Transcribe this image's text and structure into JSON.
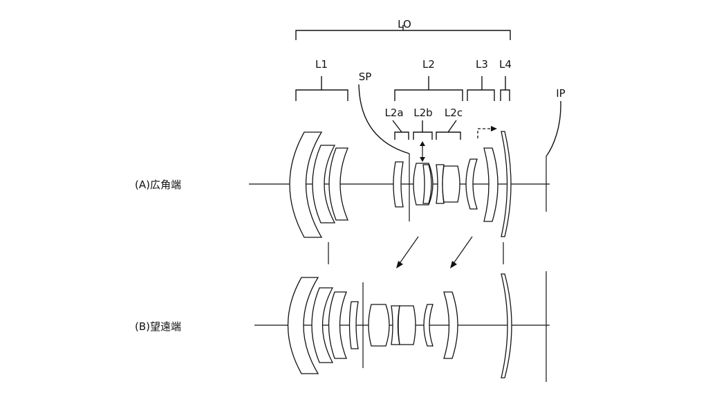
{
  "diagram": {
    "group_label": "LO",
    "lens_units": [
      "L1",
      "L2",
      "L3",
      "L4"
    ],
    "subunits": [
      "L2a",
      "L2b",
      "L2c"
    ],
    "stop_label": "SP",
    "image_plane_label": "IP",
    "states": {
      "wide": "(A)広角端",
      "tele": "(B)望遠端"
    }
  }
}
